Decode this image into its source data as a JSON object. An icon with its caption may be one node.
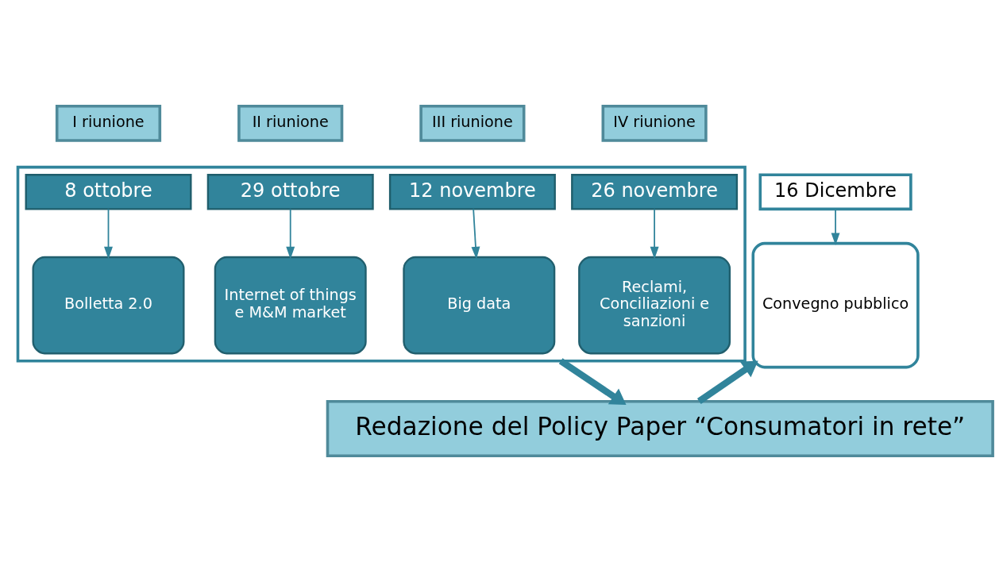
{
  "diagram": {
    "nodes": [
      {
        "text": [
          "I riunione"
        ]
      },
      {
        "text": [
          "II riunione"
        ]
      },
      {
        "text": [
          "III riunione"
        ]
      },
      {
        "text": [
          "IV riunione"
        ]
      },
      {
        "text": [],
        "shape": "box"
      },
      {
        "text": [
          "8 ottobre"
        ],
        "in": 4
      },
      {
        "text": [
          "29 ottobre"
        ],
        "in": 4
      },
      {
        "text": [
          "12 novembre"
        ],
        "in": 4
      },
      {
        "text": [
          "26 novembre"
        ],
        "in": 4
      },
      {
        "text": [
          "16 Dicembre"
        ]
      },
      {
        "text": [
          "Bolletta 2.0"
        ],
        "in": 4
      },
      {
        "text": [
          "Internet of things e M&M market"
        ],
        "in": 4
      },
      {
        "text": [
          "Big data"
        ],
        "in": 4
      },
      {
        "text": [
          "Reclami, Conciliazioni e sanzioni"
        ],
        "in": 4
      },
      {
        "text": [
          "Convegno pubblico"
        ]
      },
      {
        "text": [
          "Redazione del Policy Paper “Consumatori in rete”"
        ]
      }
    ],
    "edges": [
      {
        "from": 5,
        "to": 10,
        "arrow": "to"
      },
      {
        "from": 6,
        "to": 11,
        "arrow": "to"
      },
      {
        "from": 7,
        "to": 12,
        "arrow": "to"
      },
      {
        "from": 8,
        "to": 13,
        "arrow": "to"
      },
      {
        "from": 9,
        "to": 14,
        "arrow": "to"
      },
      {
        "from": 4,
        "to": 15,
        "arrow": "to",
        "style": "thick"
      },
      {
        "from": 15,
        "to": 14,
        "arrow": "to",
        "style": "thick"
      }
    ]
  }
}
